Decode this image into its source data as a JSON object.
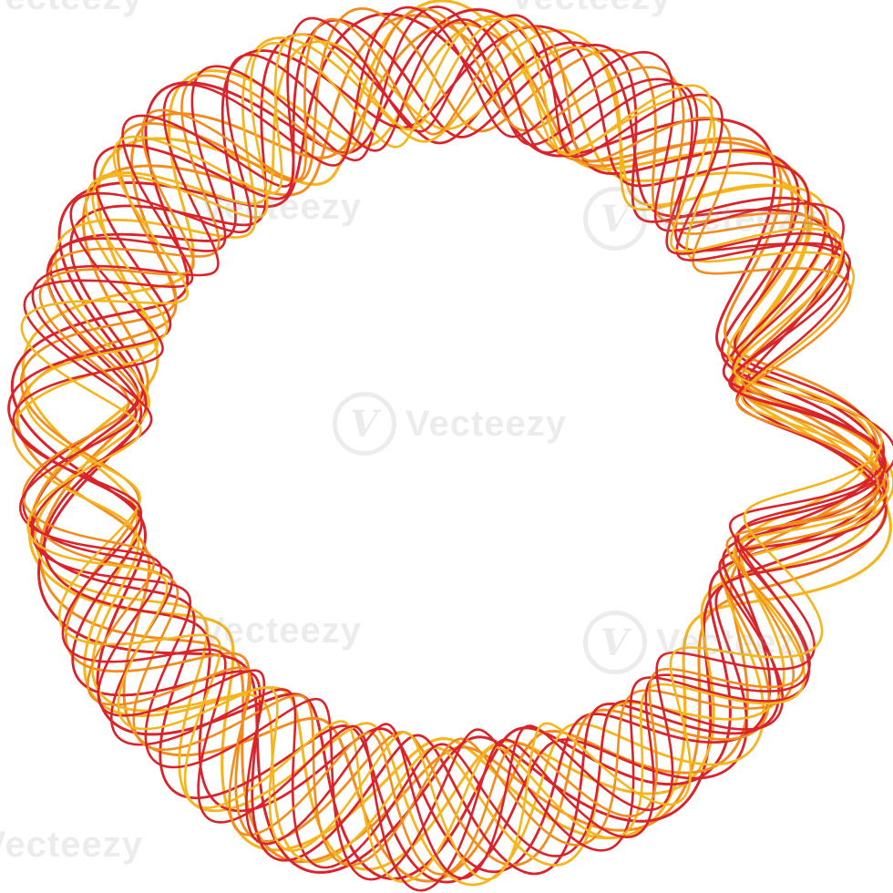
{
  "image": {
    "subject": "spirograph-ring",
    "colors": {
      "background": "#ffffff",
      "red": "#d9242b",
      "orange": "#f28c1e",
      "yellow": "#f5b51f"
    }
  },
  "watermark": {
    "text": "Vecteezy",
    "logo_glyph": "V"
  }
}
